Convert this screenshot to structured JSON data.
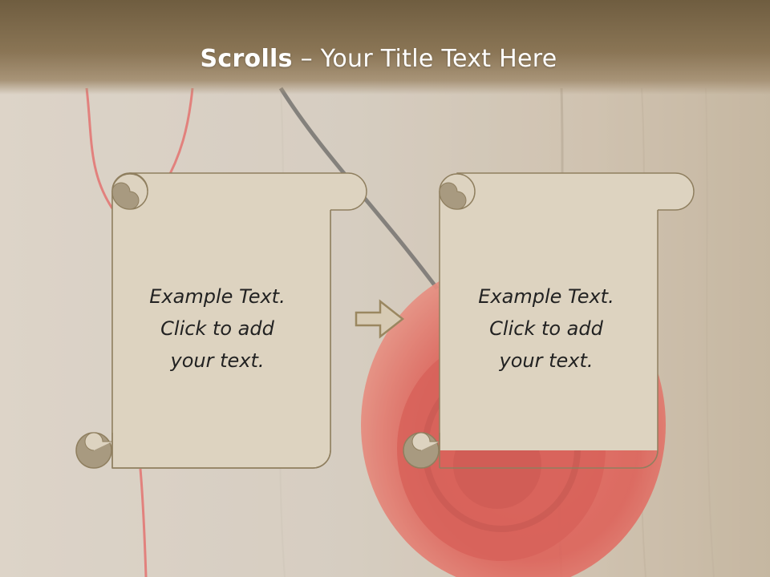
{
  "slide": {
    "title_bold": "Scrolls",
    "title_sep": " – ",
    "title_rest": "Your Title Text Here"
  },
  "scrolls": [
    {
      "line1": "Example  Text.",
      "line2": "Click  to add",
      "line3": "your text."
    },
    {
      "line1": "Example  Text.",
      "line2": "Click  to add",
      "line3": "your text."
    }
  ],
  "icons": {
    "connector": "right-arrow-icon",
    "background": "red-yoyo-on-wood-photo"
  },
  "colors": {
    "title_bar": "#7a6646",
    "scroll_fill": "#ddd3c0",
    "scroll_edge": "#9a8a6a",
    "accent_red": "#d9302c"
  }
}
